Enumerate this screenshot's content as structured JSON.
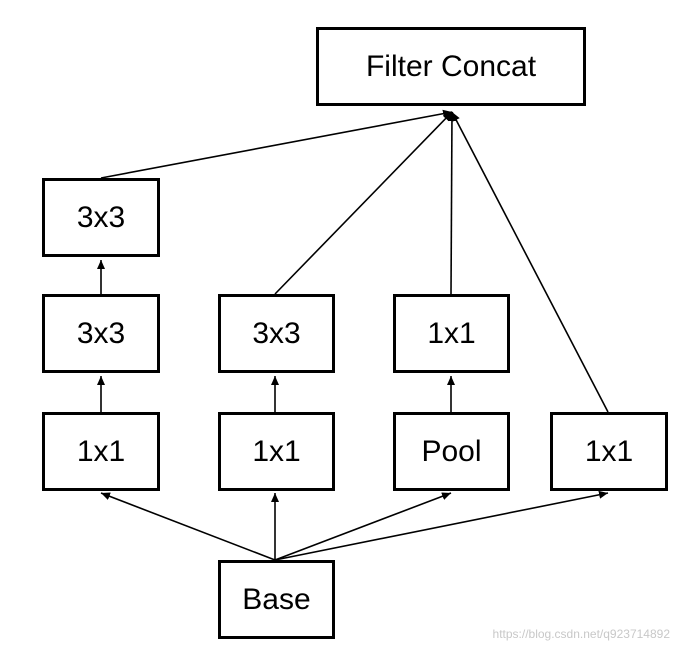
{
  "diagram": {
    "nodes": {
      "filter_concat": "Filter Concat",
      "b1_top": "3x3",
      "b1_mid": "3x3",
      "b1_bottom": "1x1",
      "b2_mid": "3x3",
      "b2_bottom": "1x1",
      "b3_mid": "1x1",
      "b3_bottom": "Pool",
      "b4_bottom": "1x1",
      "base": "Base"
    },
    "edges": [
      [
        "base",
        "b1_bottom"
      ],
      [
        "base",
        "b2_bottom"
      ],
      [
        "base",
        "b3_bottom"
      ],
      [
        "base",
        "b4_bottom"
      ],
      [
        "b1_bottom",
        "b1_mid"
      ],
      [
        "b1_mid",
        "b1_top"
      ],
      [
        "b2_bottom",
        "b2_mid"
      ],
      [
        "b3_bottom",
        "b3_mid"
      ],
      [
        "b1_top",
        "filter_concat"
      ],
      [
        "b2_mid",
        "filter_concat"
      ],
      [
        "b3_mid",
        "filter_concat"
      ],
      [
        "b4_bottom",
        "filter_concat"
      ]
    ]
  },
  "watermark": "https://blog.csdn.net/q923714892"
}
